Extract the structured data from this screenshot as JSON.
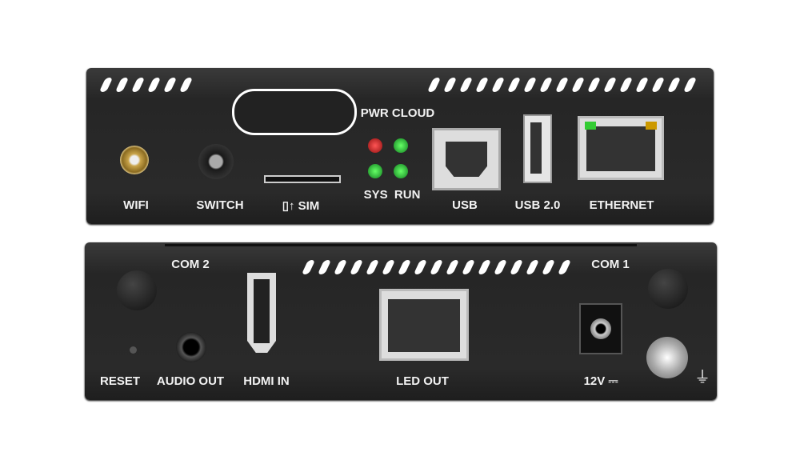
{
  "top_panel": {
    "labels": {
      "wifi": "WIFI",
      "switch": "SWITCH",
      "sim": "SIM",
      "pwr_cloud": "PWR CLOUD",
      "sys_run": "SYS  RUN",
      "usb": "USB",
      "usb2": "USB 2.0",
      "ethernet": "ETHERNET"
    },
    "led_colors": {
      "pwr": "#c0201a",
      "cloud": "#22b030",
      "sys": "#22b030",
      "run": "#22b030"
    }
  },
  "bottom_panel": {
    "labels": {
      "com2": "COM 2",
      "com1": "COM 1",
      "reset": "RESET",
      "audio_out": "AUDIO OUT",
      "hdmi_in": "HDMI IN",
      "led_out": "LED OUT",
      "power": "12V ⎓"
    }
  }
}
